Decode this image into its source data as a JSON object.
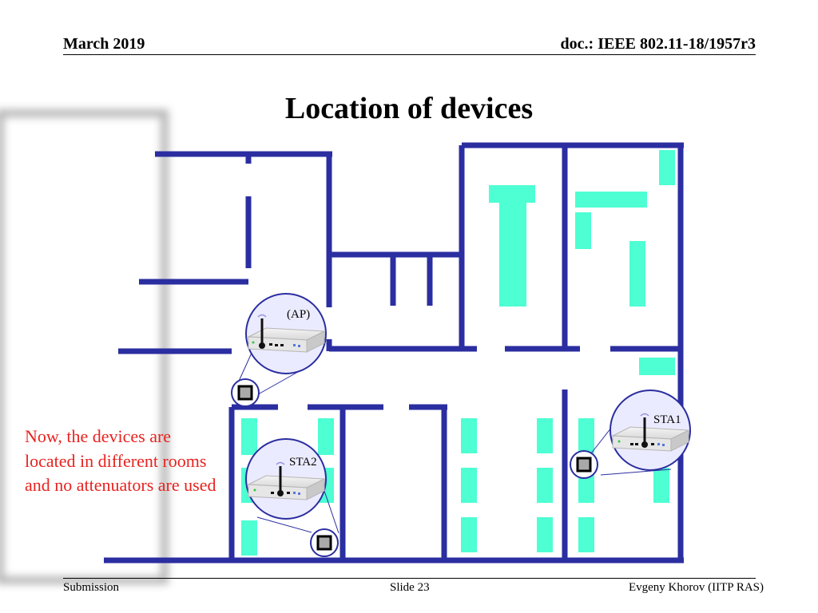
{
  "header": {
    "date": "March 2019",
    "doc": "doc.: IEEE 802.11-18/1957r3"
  },
  "title": "Location of devices",
  "note": "Now, the devices are located in different rooms and no attenuators are used",
  "devices": {
    "ap": "(AP)",
    "sta1": "STA1",
    "sta2": "STA2"
  },
  "footer": {
    "left": "Submission",
    "center": "Slide 23",
    "right": "Evgeny Khorov (IITP RAS)"
  },
  "colors": {
    "wall": "#2b2ea0",
    "furniture": "#4dffd2",
    "note": "#e8231f"
  }
}
